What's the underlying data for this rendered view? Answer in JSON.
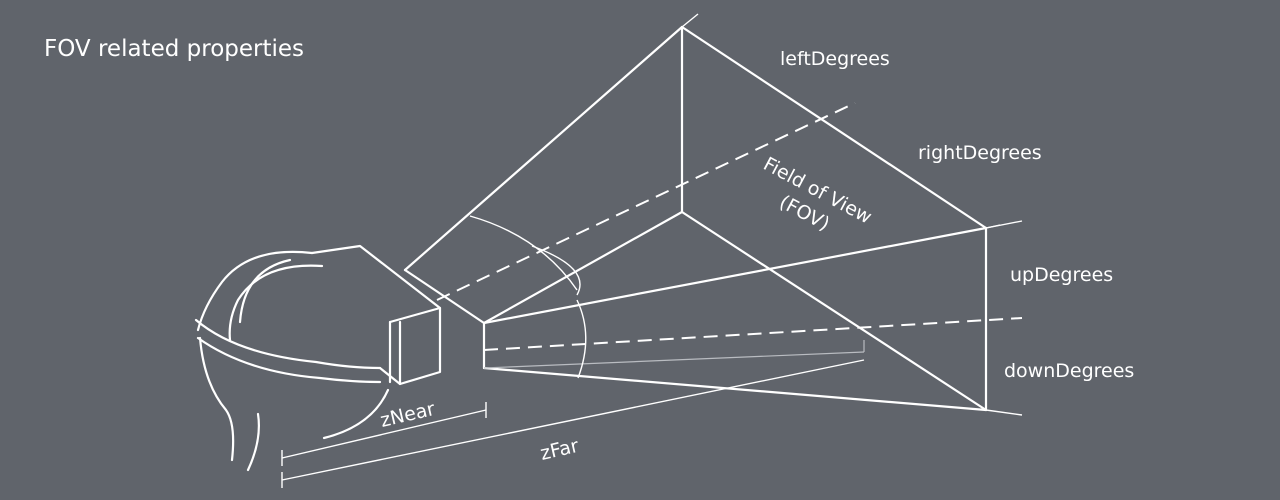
{
  "title": "FOV related properties",
  "labels": {
    "left_degrees": "leftDegrees",
    "right_degrees": "rightDegrees",
    "up_degrees": "upDegrees",
    "down_degrees": "downDegrees",
    "fov_line1": "Field of View",
    "fov_line2": "(FOV)",
    "z_near": "zNear",
    "z_far": "zFar"
  },
  "colors": {
    "background": "#60646b",
    "line": "#ffffff"
  }
}
